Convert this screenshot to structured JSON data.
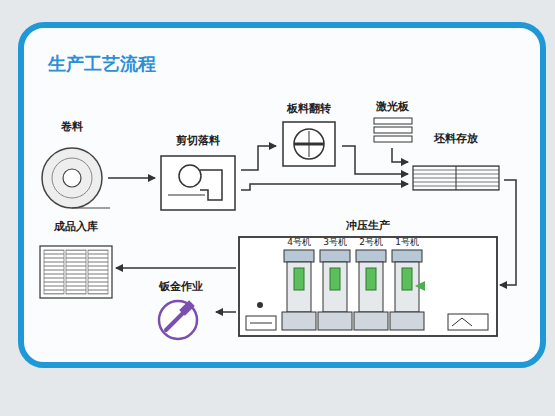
{
  "diagram": {
    "title": "生产工艺流程",
    "nodes": [
      {
        "text": [
          "卷料"
        ]
      },
      {
        "text": [
          "剪切落料"
        ]
      },
      {
        "text": [
          "板料翻转"
        ]
      },
      {
        "text": [
          "激光板"
        ]
      },
      {
        "text": [
          "坯料存放"
        ]
      },
      {
        "text": [
          "冲压生产"
        ]
      },
      {
        "text": [
          "4号机"
        ],
        "in": 5
      },
      {
        "text": [
          "3号机"
        ],
        "in": 5
      },
      {
        "text": [
          "2号机"
        ],
        "in": 5
      },
      {
        "text": [
          "1号机"
        ],
        "in": 5
      },
      {
        "text": [
          "钣金作业"
        ]
      },
      {
        "text": [
          "成品入库"
        ]
      }
    ],
    "edges": [
      {
        "from": 0,
        "to": 1,
        "arrow": "to"
      },
      {
        "from": 1,
        "to": 2,
        "arrow": "to"
      },
      {
        "from": 1,
        "to": 4,
        "arrow": "to"
      },
      {
        "from": 2,
        "to": 4,
        "arrow": "to"
      },
      {
        "from": 3,
        "to": 4,
        "arrow": "to"
      },
      {
        "from": 4,
        "to": 5,
        "arrow": "to"
      },
      {
        "from": 5,
        "to": 11,
        "arrow": "to"
      },
      {
        "from": 5,
        "to": 10,
        "arrow": "to"
      }
    ]
  }
}
